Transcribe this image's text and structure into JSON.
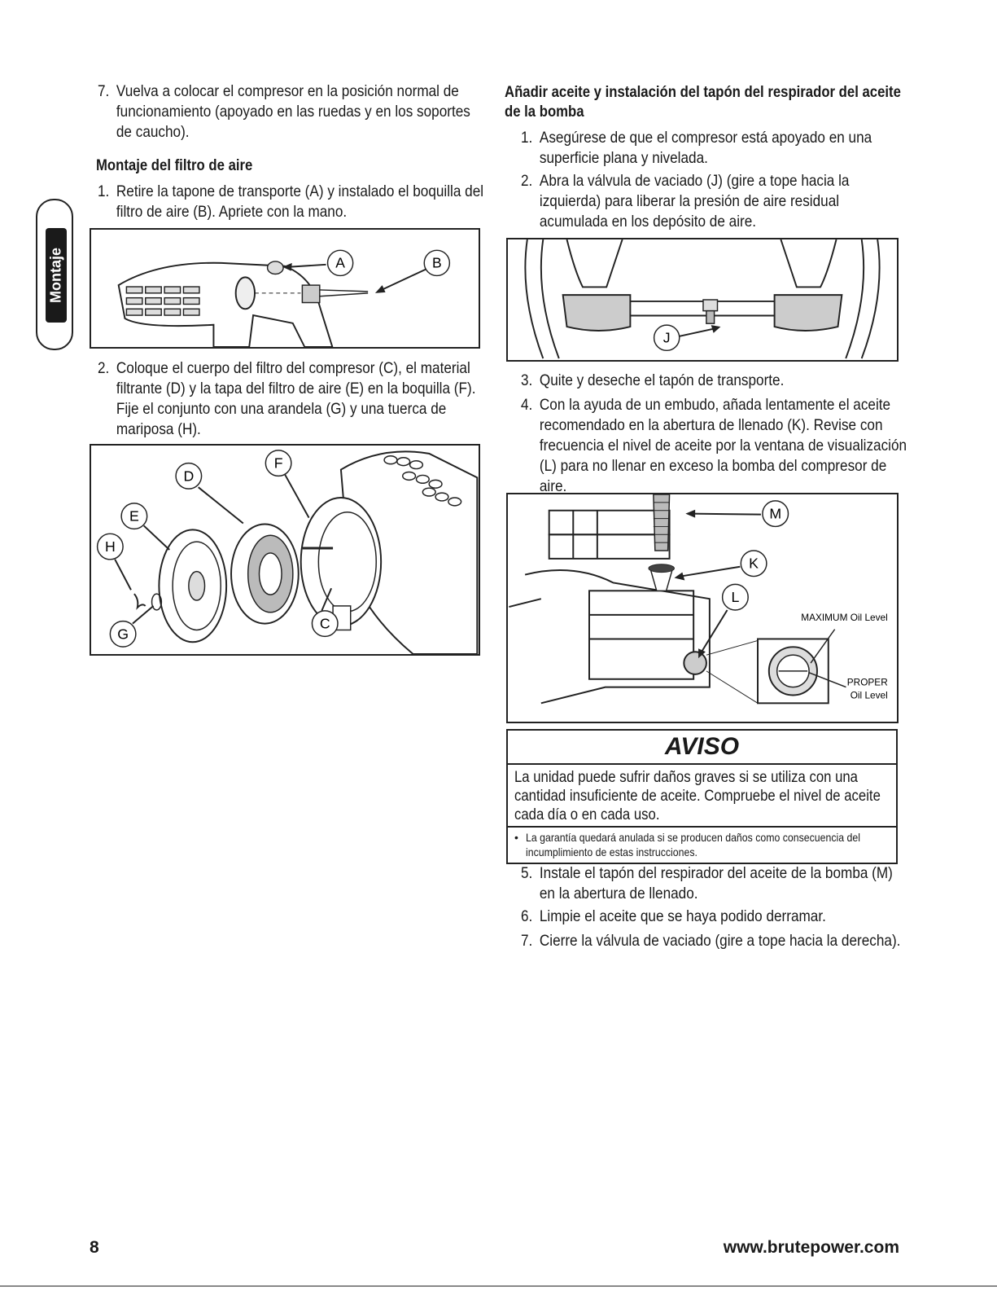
{
  "side_tab": {
    "label": "Montaje"
  },
  "left": {
    "step7": {
      "num": "7.",
      "text": "Vuelva a colocar el compresor en la posición normal de funcionamiento (apoyado en las ruedas y en los soportes de caucho)."
    },
    "heading": "Montaje del filtro de aire",
    "step1": {
      "num": "1.",
      "text": "Retire la tapone de transporte (A) y instalado el boquilla del filtro de aire (B). Apriete con la mano."
    },
    "fig1": {
      "A": "A",
      "B": "B"
    },
    "step2": {
      "num": "2.",
      "text": "Coloque el cuerpo del filtro del compresor (C), el material filtrante (D) y la tapa del filtro de aire (E) en la boquilla (F). Fije el conjunto con una arandela (G) y una tuerca de mariposa (H)."
    },
    "fig2": {
      "C": "C",
      "D": "D",
      "E": "E",
      "F": "F",
      "G": "G",
      "H": "H"
    }
  },
  "right": {
    "heading": "Añadir aceite y instalación del tapón del respirador del aceite de la bomba",
    "step1": {
      "num": "1.",
      "text": "Asegúrese de que el compresor está apoyado en una superficie plana y nivelada."
    },
    "step2": {
      "num": "2.",
      "text": "Abra la válvula de vaciado (J) (gire a tope hacia la izquierda) para liberar la presión de aire residual acumulada en los depósito de aire."
    },
    "fig3": {
      "J": "J"
    },
    "step3": {
      "num": "3.",
      "text": "Quite y deseche el tapón de transporte."
    },
    "step4": {
      "num": "4.",
      "text": "Con la ayuda de un embudo, añada lentamente el aceite recomendado en la abertura de llenado (K). Revise con frecuencia el nivel de aceite por la ventana de visualización (L) para no llenar en exceso la bomba del compresor de aire."
    },
    "fig4": {
      "M": "M",
      "K": "K",
      "L": "L",
      "max_label": "MAXIMUM Oil Level",
      "proper_line1": "PROPER",
      "proper_line2": "Oil Level"
    },
    "aviso": {
      "title": "AVISO",
      "body": "La unidad puede sufrir daños graves si se utiliza con una cantidad insuficiente de aceite. Compruebe el nivel de aceite cada día o en cada uso.",
      "bullet": "La garantía quedará anulada si se producen daños como consecuencia del incumplimiento de estas instrucciones."
    },
    "step5": {
      "num": "5.",
      "text": "Instale el tapón del respirador del aceite de la bomba (M) en la abertura de llenado."
    },
    "step6": {
      "num": "6.",
      "text": "Limpie el aceite que se haya podido derramar."
    },
    "step7": {
      "num": "7.",
      "text": "Cierre la válvula de vaciado (gire a tope hacia la derecha)."
    }
  },
  "footer": {
    "page": "8",
    "url": "www.brutepower.com"
  }
}
